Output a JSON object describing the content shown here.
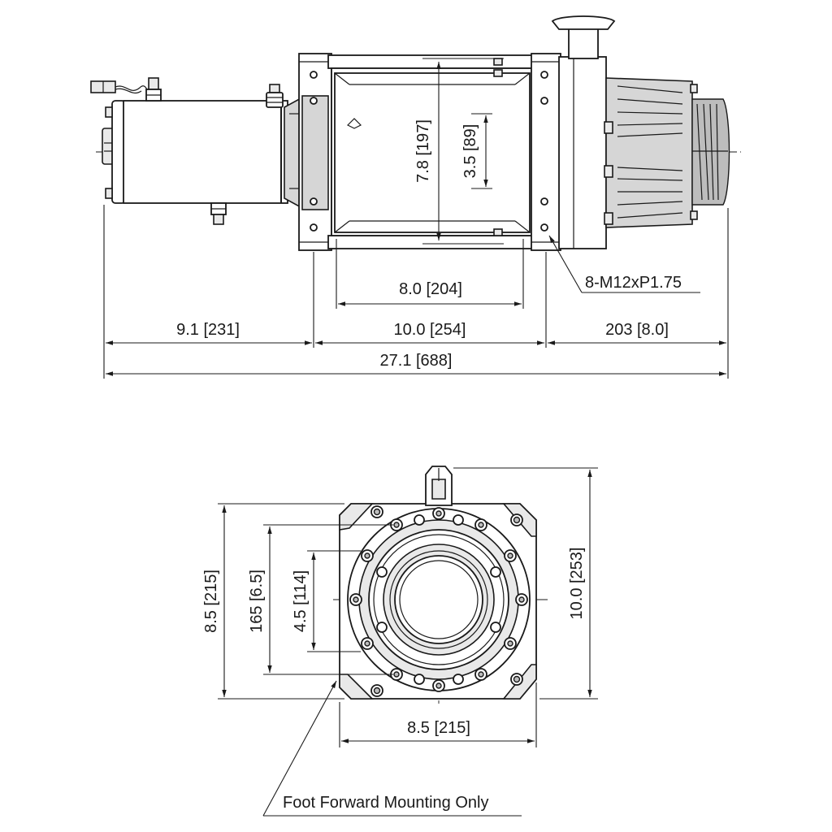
{
  "side_view": {
    "dim_top_height_outer": "7.8 [197]",
    "dim_top_height_inner": "3.5 [89]",
    "dim_drum_length": "8.0 [204]",
    "dim_motor_length": "9.1 [231]",
    "dim_frame_length": "10.0 [254]",
    "dim_gearbox_length": "203 [8.0]",
    "dim_overall_length": "27.1 [688]",
    "bolt_callout": "8-M12xP1.75"
  },
  "front_view": {
    "dim_left_outer": "8.5 [215]",
    "dim_left_mid": "165 [6.5]",
    "dim_left_inner": "4.5 [114]",
    "dim_right_height": "10.0 [253]",
    "dim_bottom_width": "8.5 [215]",
    "note": "Foot Forward Mounting Only"
  }
}
